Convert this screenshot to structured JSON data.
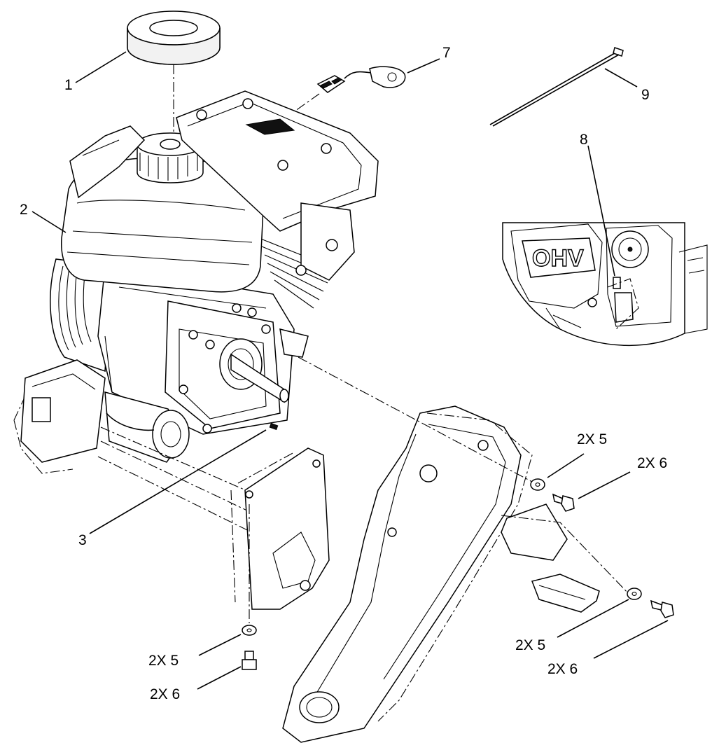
{
  "callouts": {
    "c1": "1",
    "c2": "2",
    "c3": "3",
    "c7": "7",
    "c8": "8",
    "c9": "9",
    "c5_upper_right": "2X 5",
    "c6_upper_right": "2X 6",
    "c5_lower_right": "2X 5",
    "c6_lower_right": "2X 6",
    "c5_lower_left": "2X 5",
    "c6_lower_left": "2X 6"
  },
  "decal_text": {
    "ohv": "OHV"
  },
  "colors": {
    "line": "#000000",
    "background": "#ffffff"
  }
}
